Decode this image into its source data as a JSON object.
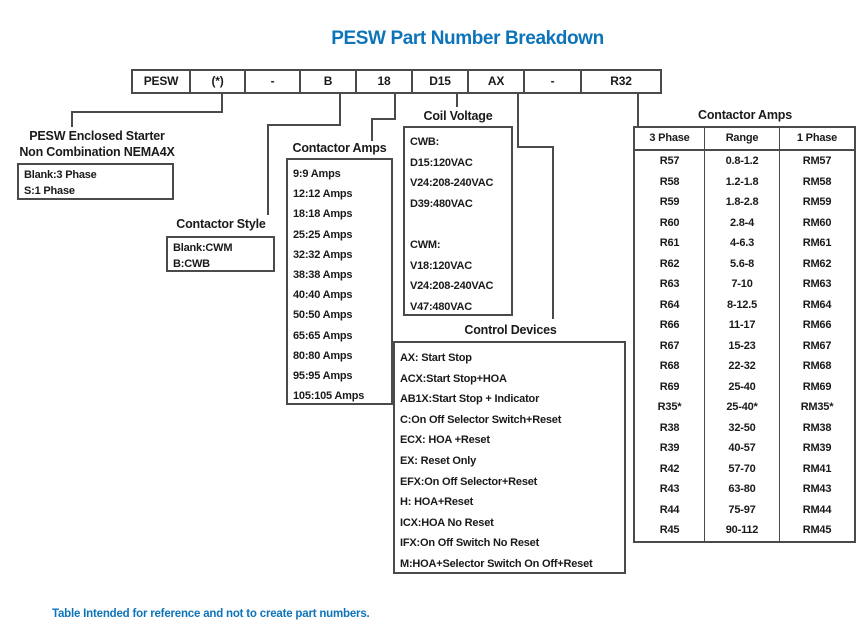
{
  "title": "PESW Part Number Breakdown",
  "part_number": {
    "segments": [
      "PESW",
      "(*)",
      "-",
      "B",
      "18",
      "D15",
      "AX",
      "-",
      "R32"
    ]
  },
  "enclosed_starter": {
    "heading_line1": "PESW Enclosed Starter",
    "heading_line2": "Non Combination NEMA4X",
    "options": [
      "Blank:3 Phase",
      "S:1 Phase"
    ]
  },
  "contactor_style": {
    "heading": "Contactor Style",
    "options": [
      "Blank:CWM",
      "B:CWB"
    ]
  },
  "contactor_amps_list": {
    "heading": "Contactor Amps",
    "options": [
      "9:9 Amps",
      "12:12 Amps",
      "18:18 Amps",
      "25:25 Amps",
      "32:32 Amps",
      "38:38 Amps",
      "40:40 Amps",
      "50:50 Amps",
      "65:65 Amps",
      "80:80 Amps",
      "95:95 Amps",
      "105:105 Amps"
    ]
  },
  "coil_voltage": {
    "heading": "Coil Voltage",
    "options": [
      "CWB:",
      "D15:120VAC",
      "V24:208-240VAC",
      "D39:480VAC",
      "",
      "CWM:",
      "V18:120VAC",
      "V24:208-240VAC",
      "V47:480VAC"
    ]
  },
  "control_devices": {
    "heading": "Control Devices",
    "options": [
      "AX: Start Stop",
      "ACX:Start Stop+HOA",
      "AB1X:Start Stop + Indicator",
      "C:On Off Selector Switch+Reset",
      "ECX: HOA +Reset",
      "EX: Reset Only",
      "EFX:On Off Selector+Reset",
      "H: HOA+Reset",
      "ICX:HOA No Reset",
      "IFX:On Off Switch No Reset",
      "M:HOA+Selector Switch On Off+Reset"
    ]
  },
  "amps_table": {
    "title": "Contactor Amps",
    "headers": [
      "3 Phase",
      "Range",
      "1 Phase"
    ],
    "rows": [
      [
        "R57",
        "0.8-1.2",
        "RM57"
      ],
      [
        "R58",
        "1.2-1.8",
        "RM58"
      ],
      [
        "R59",
        "1.8-2.8",
        "RM59"
      ],
      [
        "R60",
        "2.8-4",
        "RM60"
      ],
      [
        "R61",
        "4-6.3",
        "RM61"
      ],
      [
        "R62",
        "5.6-8",
        "RM62"
      ],
      [
        "R63",
        "7-10",
        "RM63"
      ],
      [
        "R64",
        "8-12.5",
        "RM64"
      ],
      [
        "R66",
        "11-17",
        "RM66"
      ],
      [
        "R67",
        "15-23",
        "RM67"
      ],
      [
        "R68",
        "22-32",
        "RM68"
      ],
      [
        "R69",
        "25-40",
        "RM69"
      ],
      [
        "R35*",
        "25-40*",
        "RM35*"
      ],
      [
        "R38",
        "32-50",
        "RM38"
      ],
      [
        "R39",
        "40-57",
        "RM39"
      ],
      [
        "R42",
        "57-70",
        "RM41"
      ],
      [
        "R43",
        "63-80",
        "RM43"
      ],
      [
        "R44",
        "75-97",
        "RM44"
      ],
      [
        "R45",
        "90-112",
        "RM45"
      ]
    ]
  },
  "footnote": "Table Intended for reference and not to create part numbers.",
  "colors": {
    "accent": "#0e74ba",
    "line": "#4a4a4a"
  }
}
